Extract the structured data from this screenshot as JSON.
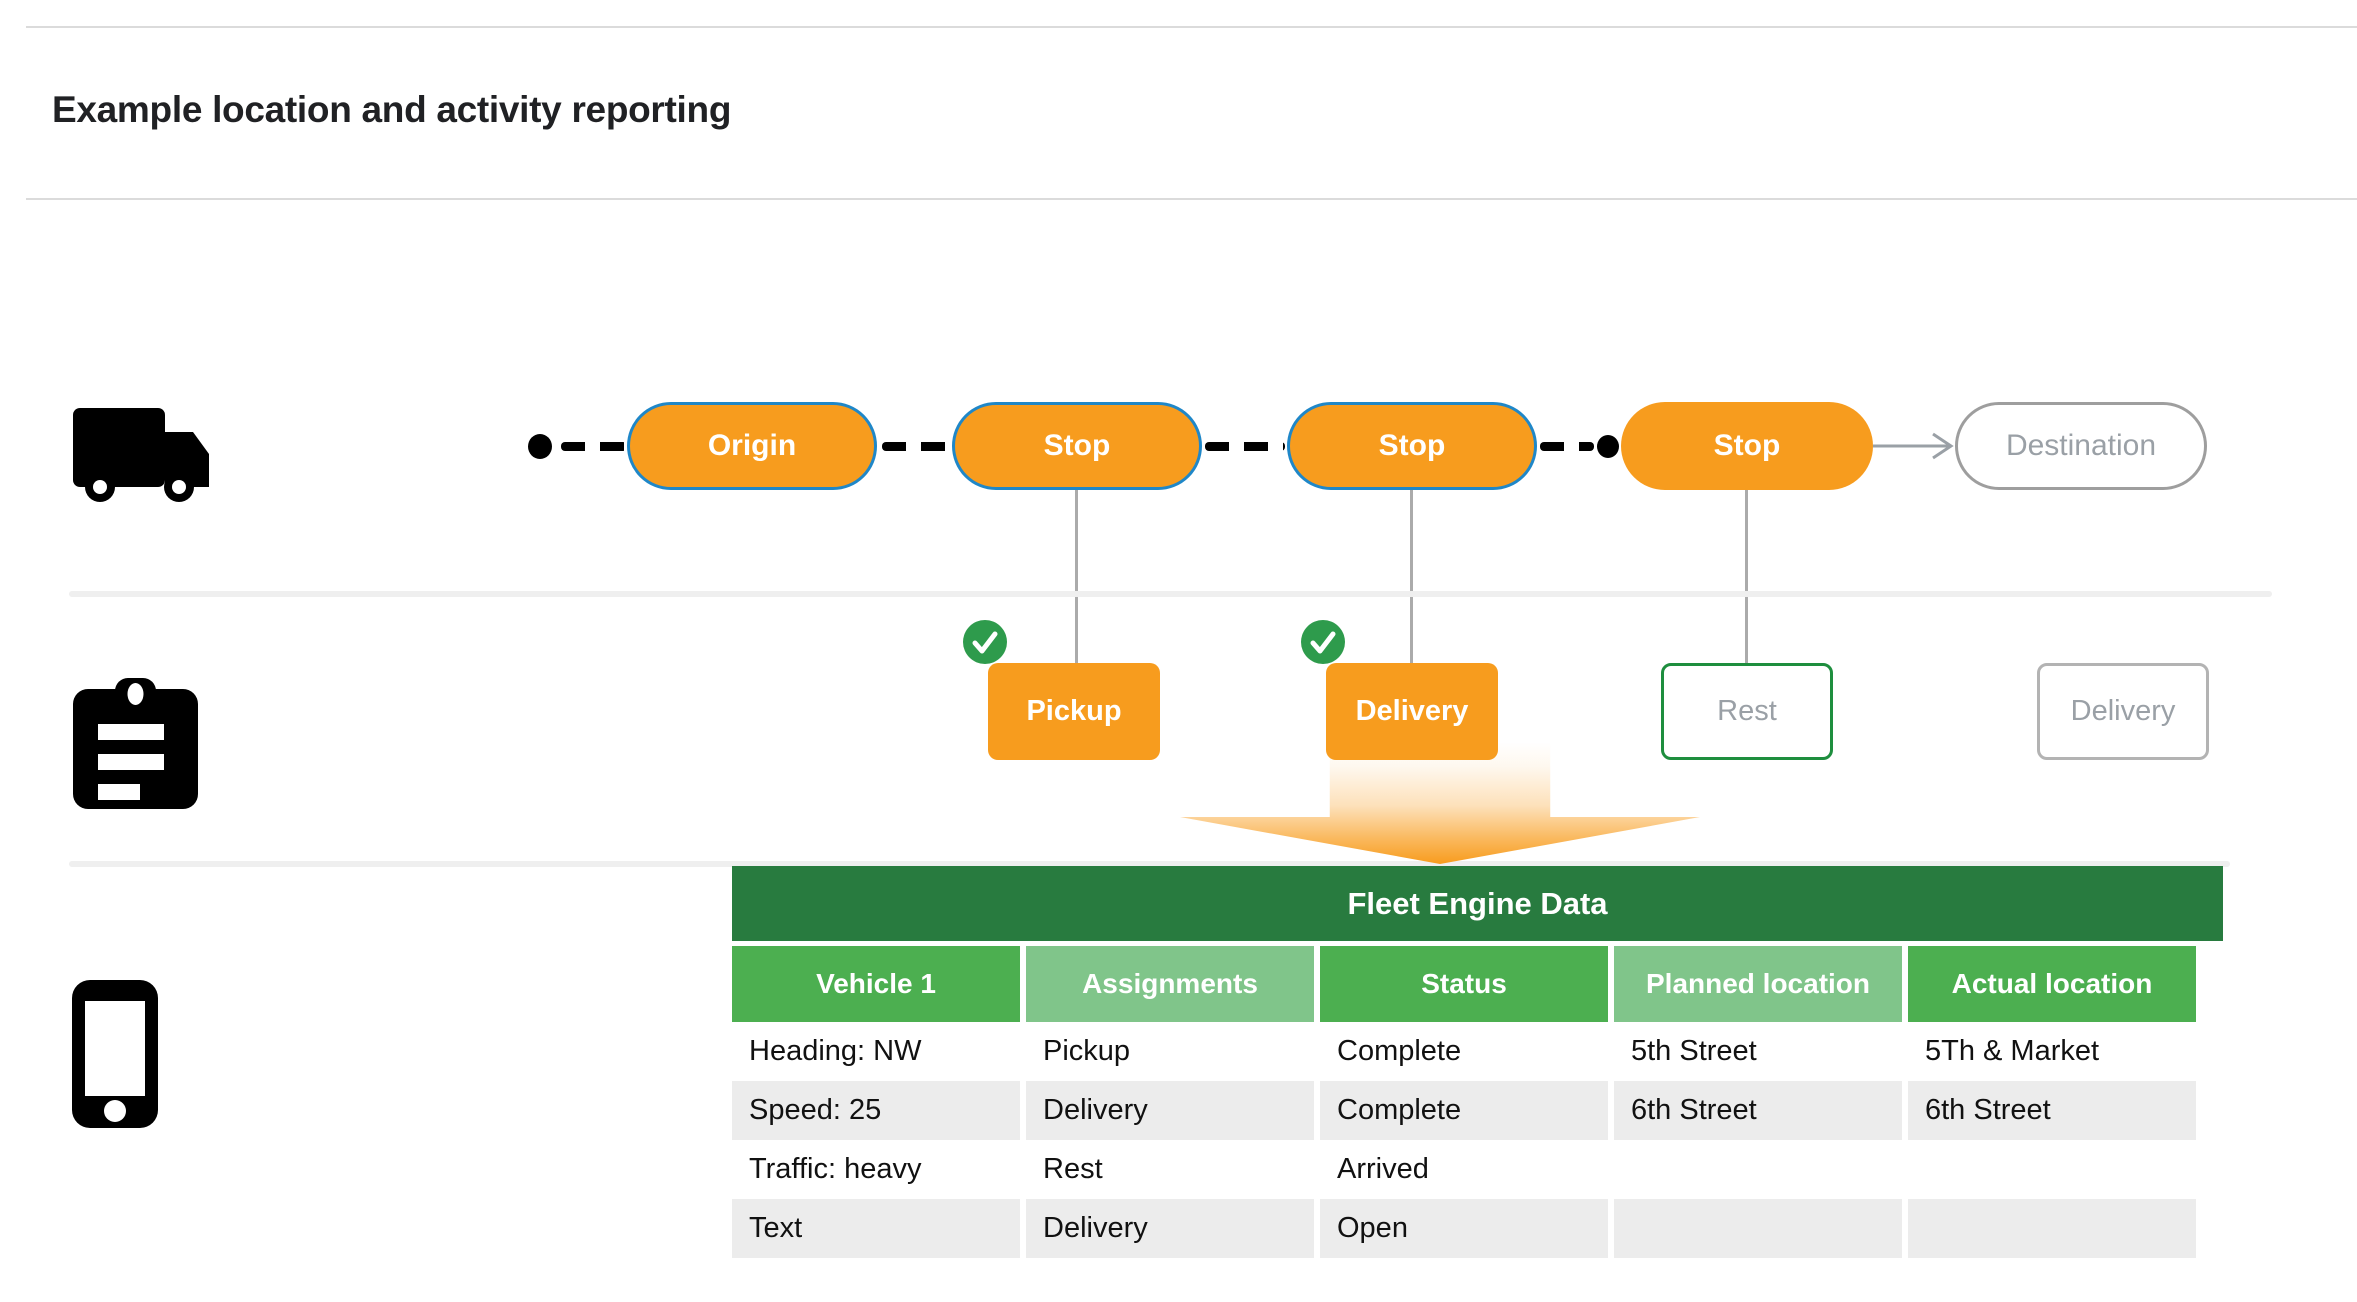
{
  "page": {
    "title": "Example location and activity reporting"
  },
  "journey": {
    "stops": [
      {
        "label": "Origin"
      },
      {
        "label": "Stop"
      },
      {
        "label": "Stop"
      },
      {
        "label": "Stop"
      },
      {
        "label": "Destination"
      }
    ]
  },
  "activities": {
    "pickup": {
      "label": "Pickup",
      "completed": true
    },
    "delivery": {
      "label": "Delivery",
      "completed": true
    },
    "rest": {
      "label": "Rest",
      "completed": false
    },
    "future_delivery": {
      "label": "Delivery",
      "completed": false
    }
  },
  "table": {
    "title": "Fleet Engine Data",
    "columns": [
      "Vehicle 1",
      "Assignments",
      "Status",
      "Planned location",
      "Actual location"
    ],
    "rows": [
      [
        "Heading: NW",
        "Pickup",
        "Complete",
        "5th Street",
        "5Th & Market"
      ],
      [
        "Speed: 25",
        "Delivery",
        "Complete",
        "6th Street",
        "6th Street"
      ],
      [
        "Traffic: heavy",
        "Rest",
        "Arrived",
        "",
        ""
      ],
      [
        "Text",
        "Delivery",
        "Open",
        "",
        ""
      ]
    ]
  },
  "icons": {
    "truck": "truck-icon",
    "clipboard": "clipboard-icon",
    "phone": "phone-icon",
    "check": "check-icon"
  },
  "colors": {
    "orange": "#F79C1E",
    "blue_border": "#1F87C8",
    "dark_green": "#287B3F",
    "medium_green": "#4CAF50",
    "light_green": "#80C58A",
    "check_green": "#2E9B4C",
    "rest_border_green": "#1E8E3E",
    "gray_text": "#9AA0A6",
    "row_shade": "#ECECEC"
  }
}
